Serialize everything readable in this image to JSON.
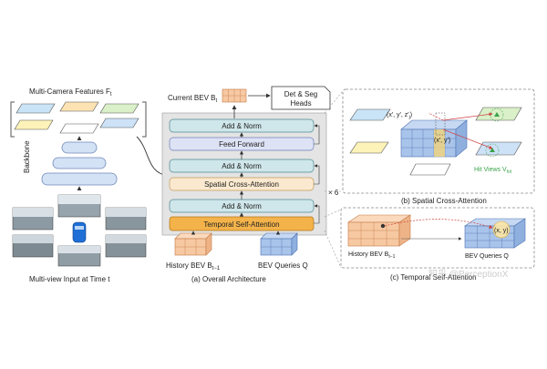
{
  "left": {
    "features_title": "Multi-Camera Features F",
    "features_sub": "t",
    "backbone_label": "Backbone",
    "input_caption": "Multi-view Input at Time t"
  },
  "center": {
    "current_bev": "Current BEV B",
    "current_bev_sub": "t",
    "heads": [
      "Det & Seg",
      "Heads"
    ],
    "blocks": [
      "Add & Norm",
      "Feed Forward",
      "Add & Norm",
      "Spatial Cross-Attention",
      "Add & Norm",
      "Temporal Self-Attention"
    ],
    "repeat": "× 6",
    "history_bev": "History BEV B",
    "history_bev_sub": "t−1",
    "bev_queries": "BEV Queries Q",
    "caption": "(a) Overall Architecture"
  },
  "sca": {
    "point_3d": "(x′, y′, z′",
    "point_3d_sub": "j",
    "point_2d": "(x′, y′)",
    "hit_views": "Hit Views V",
    "hit_views_sub": "hit",
    "caption": "(b) Spatial Cross-Attention"
  },
  "tsa": {
    "history_bev": "History BEV B",
    "history_bev_sub": "t−1",
    "point": "(x, y)",
    "bev_queries": "BEV Queries Q",
    "caption": "(c) Temporal Self-Attention"
  },
  "watermark": "知乎 @PerceptionX",
  "colors": {
    "add_norm": "#cfe6ea",
    "feed_forward": "#dde3f5",
    "sca": "#fbe9cf",
    "tsa": "#f3b34a",
    "bev_orange": "#f7c9a3",
    "bev_blue": "#a9c4ea",
    "hit_green": "#3aa34a"
  }
}
